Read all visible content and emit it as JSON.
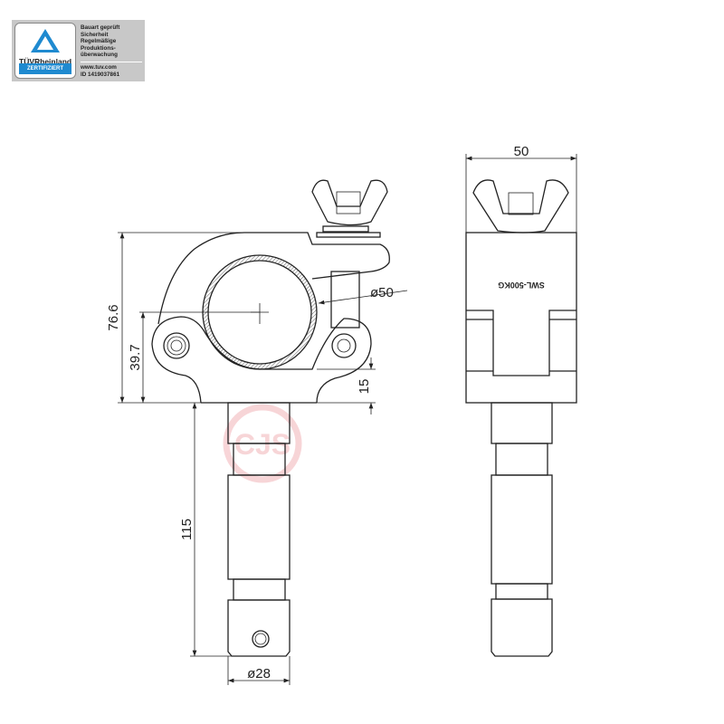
{
  "certificate": {
    "brand": "TÜVRheinland",
    "status": "ZERTIFIZIERT",
    "lines": [
      "Bauart geprüft",
      "Sicherheit",
      "Regelmäßige",
      "Produktions-",
      "überwachung"
    ],
    "website": "www.tuv.com",
    "id": "ID 1419037861"
  },
  "dimensions": {
    "height_total": "76.6",
    "height_center": "39.7",
    "base_height": "15",
    "tube_diameter": "ø50",
    "spigot_length": "115",
    "spigot_diameter": "ø28",
    "width": "50"
  },
  "engraving": "SWL-500KG",
  "watermark": "CJS",
  "colors": {
    "watermark": "#f2b3b8",
    "badge_blue": "#1f8ad0",
    "line": "#222222"
  }
}
